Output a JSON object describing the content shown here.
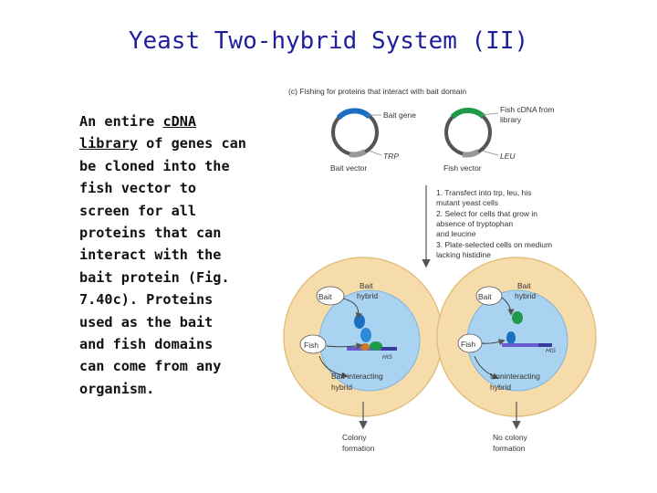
{
  "title": "Yeast Two-hybrid System (II)",
  "body": {
    "lines": [
      {
        "pre": "An entire ",
        "u": "cDNA",
        "post": ""
      },
      {
        "pre": "",
        "u": "library",
        "post": " of genes can"
      },
      {
        "pre": "be cloned into the",
        "u": "",
        "post": ""
      },
      {
        "pre": "fish vector to",
        "u": "",
        "post": ""
      },
      {
        "pre": "screen for all",
        "u": "",
        "post": ""
      },
      {
        "pre": "proteins that can",
        "u": "",
        "post": ""
      },
      {
        "pre": "interact with the",
        "u": "",
        "post": ""
      },
      {
        "pre": "bait protein (Fig.",
        "u": "",
        "post": ""
      },
      {
        "pre": "7.40c). Proteins",
        "u": "",
        "post": ""
      },
      {
        "pre": "used as the bait",
        "u": "",
        "post": ""
      },
      {
        "pre": "and fish domains",
        "u": "",
        "post": ""
      },
      {
        "pre": "can come from any",
        "u": "",
        "post": ""
      },
      {
        "pre": "organism.",
        "u": "",
        "post": ""
      }
    ]
  },
  "figure": {
    "panel_label": "(c)  Fishing for proteins that interact with bait domain",
    "bait_gene": "Bait gene",
    "trp": "TRP",
    "bait_vector": "Bait vector",
    "fish_cdna_1": "Fish cDNA from",
    "fish_cdna_2": "library",
    "leu": "LEU",
    "fish_vector": "Fish vector",
    "steps": [
      "1. Transfect into trp, leu, his",
      "    mutant yeast cells",
      "2. Select for cells that grow in",
      "    absence of tryptophan",
      "    and leucine",
      "3. Plate-selected cells on medium",
      "    lacking histidine"
    ],
    "bait": "Bait",
    "hybrid": "hybrid",
    "fish": "Fish",
    "his": "HIS",
    "left_result_1": "Bait-interacting",
    "left_result_2": "hybrid",
    "right_result_1": "Noninteracting",
    "right_result_2": "hybrid",
    "left_outcome_1": "Colony",
    "left_outcome_2": "formation",
    "right_outcome_1": "No colony",
    "right_outcome_2": "formation"
  },
  "colors": {
    "title": "#1f1f9e",
    "cell_outer": "#f6dcaa",
    "nucleus": "#a9d3f0",
    "bait_blue": "#1a6fc0",
    "fish_green": "#1f9a4a",
    "arrow": "#555555"
  }
}
